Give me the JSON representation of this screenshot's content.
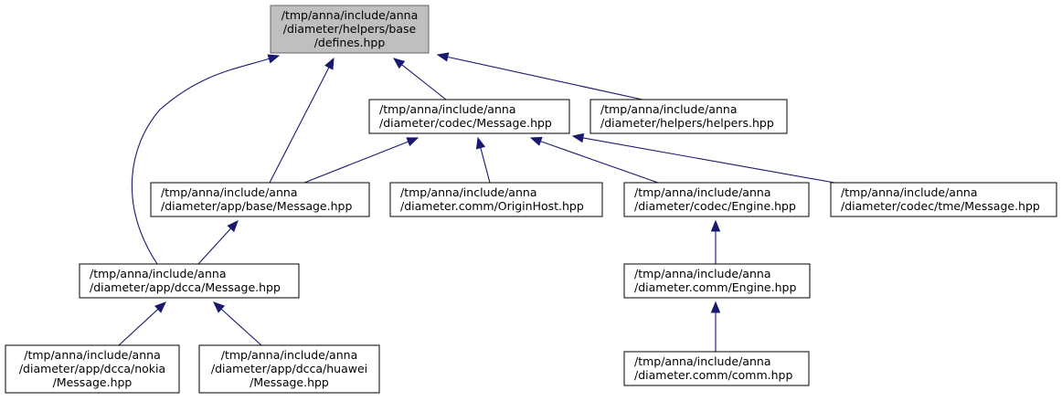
{
  "graph": {
    "nodes": [
      {
        "id": "defines",
        "lines": [
          "/tmp/anna/include/anna",
          "/diameter/helpers/base",
          "/defines.hpp"
        ],
        "highlighted": true
      },
      {
        "id": "codec-message",
        "lines": [
          "/tmp/anna/include/anna",
          "/diameter/codec/Message.hpp"
        ]
      },
      {
        "id": "helpers",
        "lines": [
          "/tmp/anna/include/anna",
          "/diameter/helpers/helpers.hpp"
        ]
      },
      {
        "id": "app-base-message",
        "lines": [
          "/tmp/anna/include/anna",
          "/diameter/app/base/Message.hpp"
        ]
      },
      {
        "id": "originhost",
        "lines": [
          "/tmp/anna/include/anna",
          "/diameter.comm/OriginHost.hpp"
        ]
      },
      {
        "id": "codec-engine",
        "lines": [
          "/tmp/anna/include/anna",
          "/diameter/codec/Engine.hpp"
        ]
      },
      {
        "id": "tme-message",
        "lines": [
          "/tmp/anna/include/anna",
          "/diameter/codec/tme/Message.hpp"
        ]
      },
      {
        "id": "dcca-message",
        "lines": [
          "/tmp/anna/include/anna",
          "/diameter/app/dcca/Message.hpp"
        ]
      },
      {
        "id": "comm-engine",
        "lines": [
          "/tmp/anna/include/anna",
          "/diameter.comm/Engine.hpp"
        ]
      },
      {
        "id": "nokia-message",
        "lines": [
          "/tmp/anna/include/anna",
          "/diameter/app/dcca/nokia",
          "/Message.hpp"
        ]
      },
      {
        "id": "huawei-message",
        "lines": [
          "/tmp/anna/include/anna",
          "/diameter/app/dcca/huawei",
          "/Message.hpp"
        ]
      },
      {
        "id": "comm-hpp",
        "lines": [
          "/tmp/anna/include/anna",
          "/diameter.comm/comm.hpp"
        ]
      }
    ],
    "edges": [
      {
        "from": "codec-message",
        "to": "defines"
      },
      {
        "from": "helpers",
        "to": "defines"
      },
      {
        "from": "app-base-message",
        "to": "defines"
      },
      {
        "from": "dcca-message",
        "to": "defines"
      },
      {
        "from": "app-base-message",
        "to": "codec-message"
      },
      {
        "from": "originhost",
        "to": "codec-message"
      },
      {
        "from": "codec-engine",
        "to": "codec-message"
      },
      {
        "from": "tme-message",
        "to": "codec-message"
      },
      {
        "from": "dcca-message",
        "to": "app-base-message"
      },
      {
        "from": "comm-engine",
        "to": "codec-engine"
      },
      {
        "from": "nokia-message",
        "to": "dcca-message"
      },
      {
        "from": "huawei-message",
        "to": "dcca-message"
      },
      {
        "from": "comm-hpp",
        "to": "comm-engine"
      }
    ]
  }
}
